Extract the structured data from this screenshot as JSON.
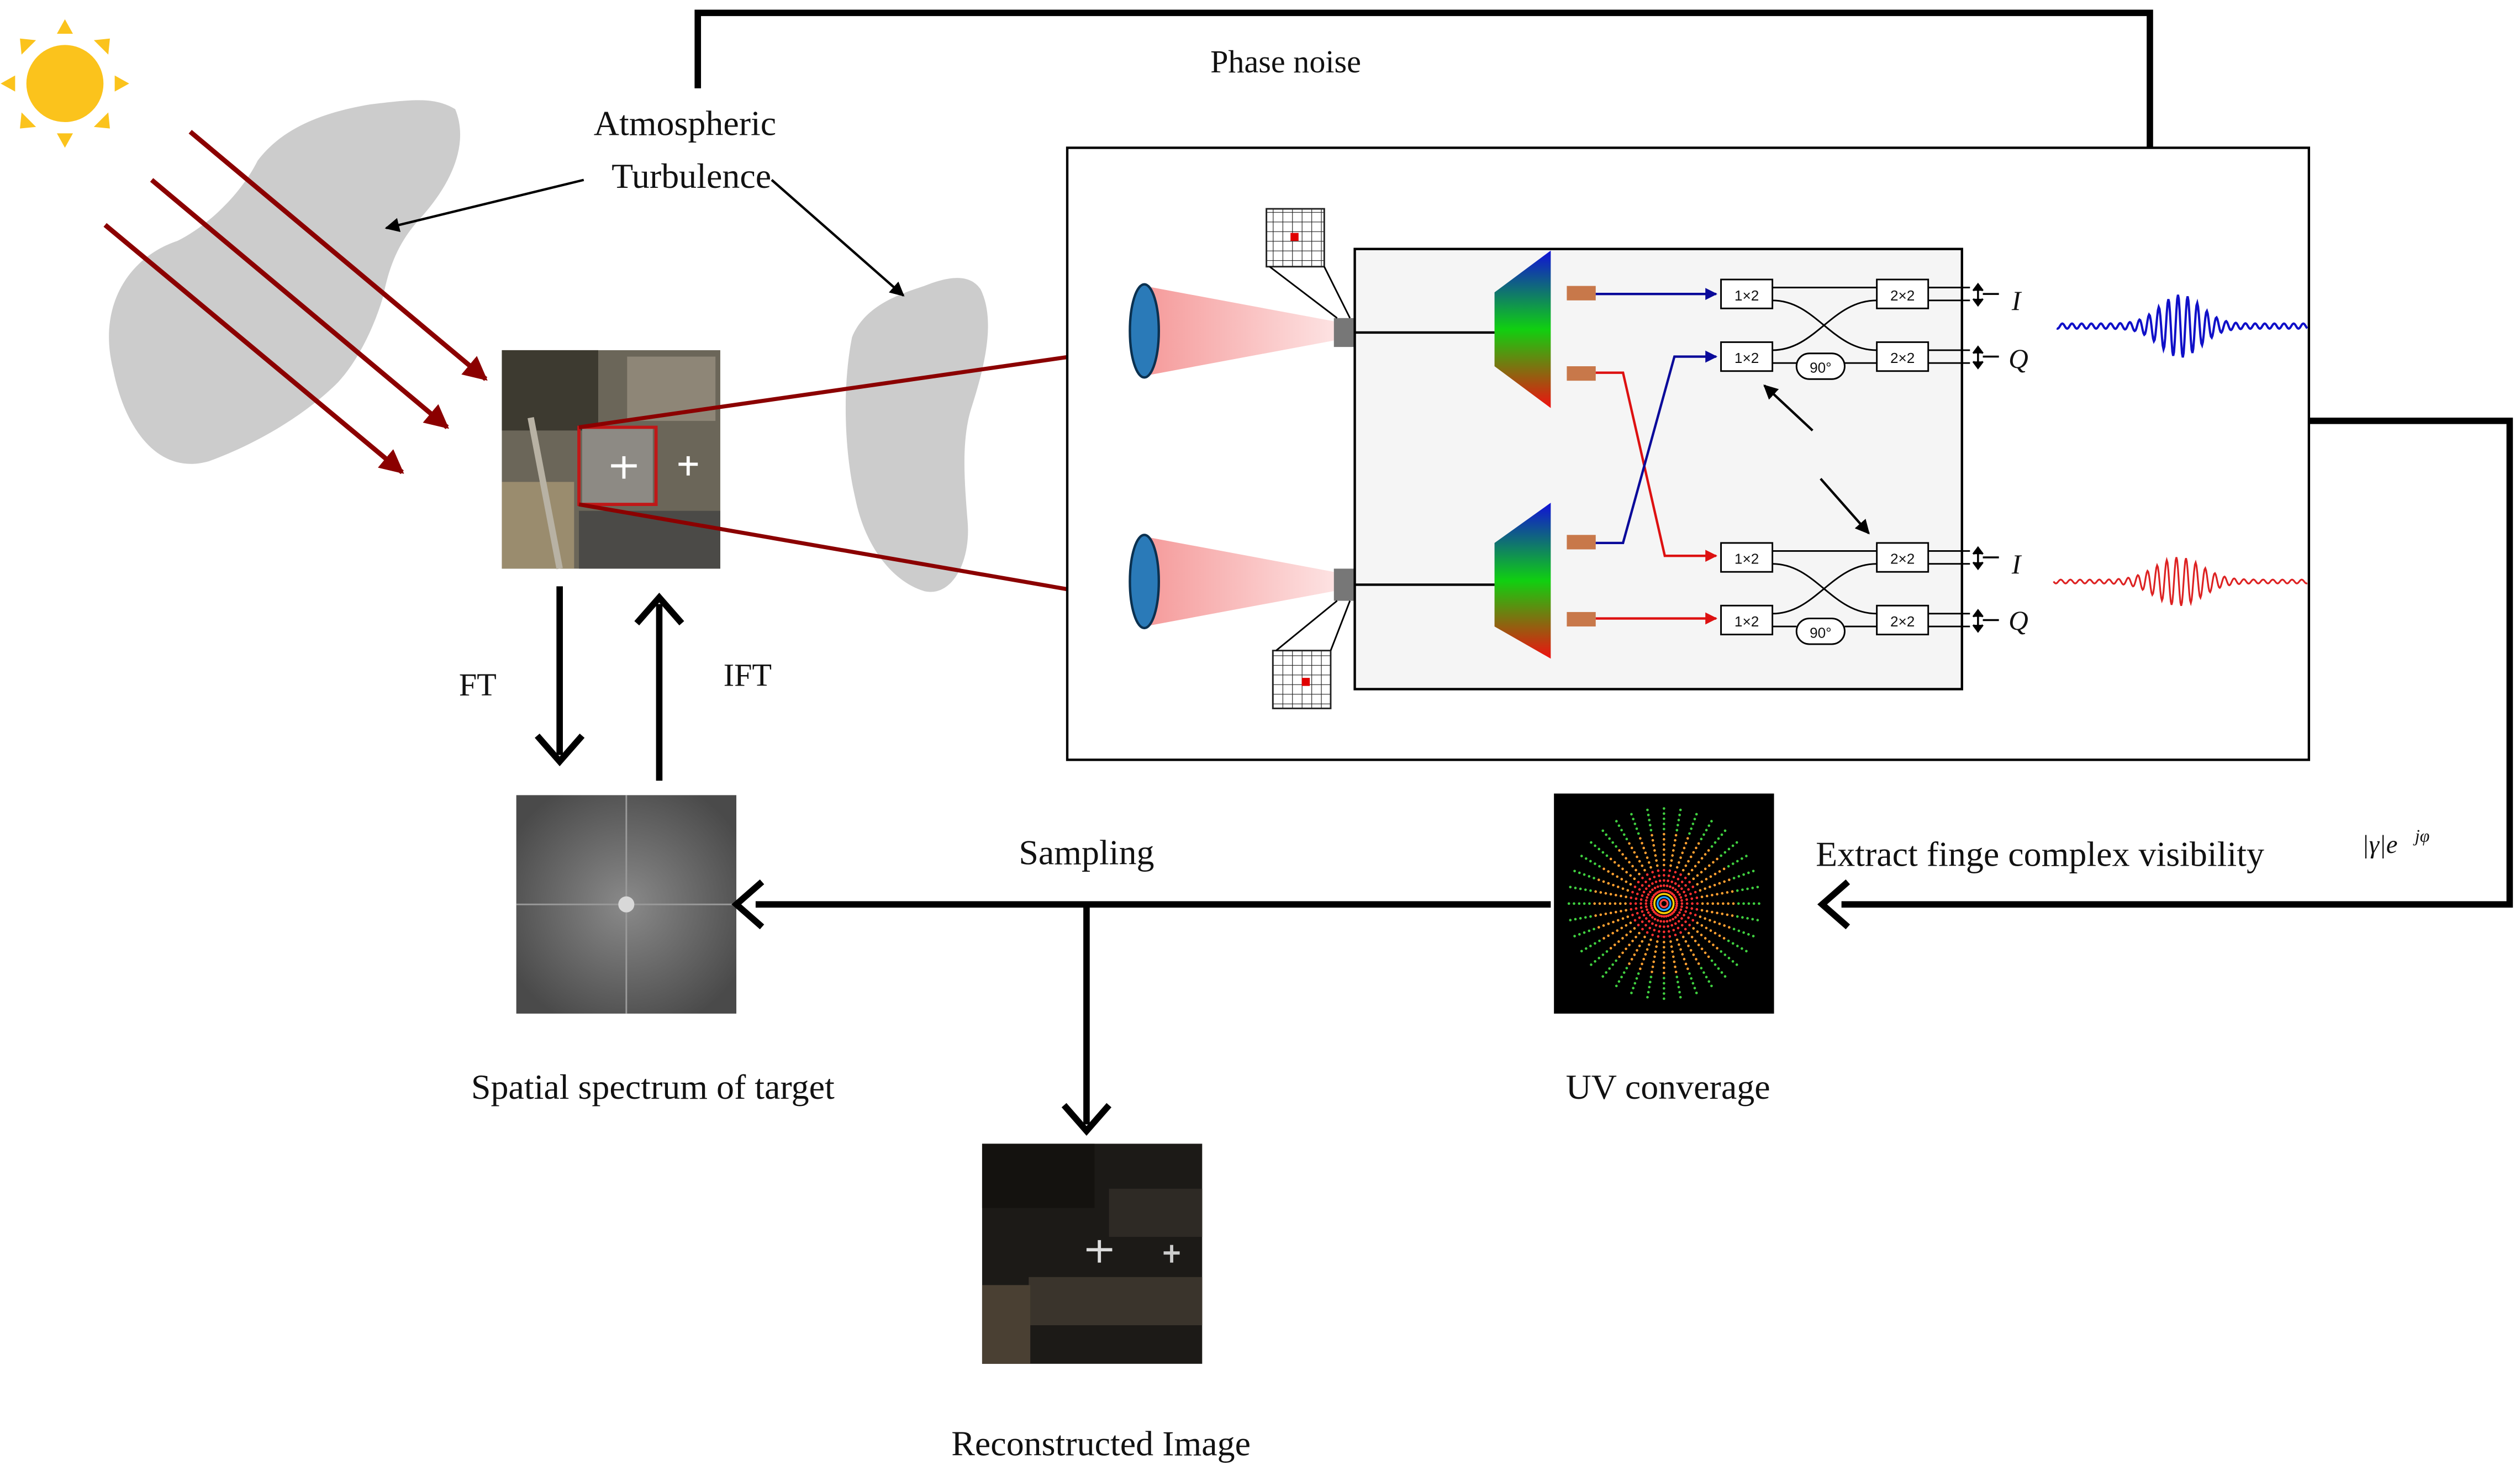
{
  "labels": {
    "phase_noise": "Phase noise",
    "atmos_line1": "Atmospheric",
    "atmos_line2": "Turbulence",
    "ft": "FT",
    "ift": "IFT",
    "sampling": "Sampling",
    "extract": "Extract finge complex visibility",
    "visibility_formula": "|γ|e",
    "visibility_exp": "jφ",
    "spectrum": "Spatial spectrum of target",
    "uv": "UV converage",
    "reconstructed": "Reconstructed Image"
  },
  "chip": {
    "splitter": "1×2",
    "coupler": "2×2",
    "phase_shift": "90°",
    "out_i": "I",
    "out_q": "Q"
  },
  "colors": {
    "ray": "#8b0000",
    "cloud": "#cccccc",
    "sun": "#fbc31c",
    "blue_path": "#0a0a9a",
    "red_path": "#dd1111",
    "lens": "#2a7ab8",
    "cone": "#f8b4b4",
    "coupler_pad": "#c8784a"
  },
  "icons": [
    "sun-icon",
    "telescope-lens-icon",
    "detector-grid-icon",
    "ring-icon"
  ]
}
